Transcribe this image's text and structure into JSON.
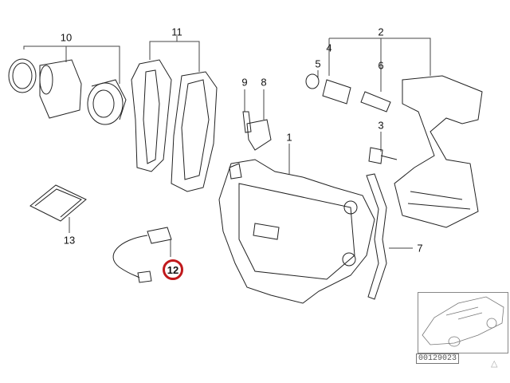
{
  "diagram": {
    "callouts": [
      "10",
      "11",
      "2",
      "4",
      "5",
      "6",
      "9",
      "8",
      "3",
      "1",
      "7",
      "13"
    ],
    "highlighted_callout": "12",
    "highlight_color": "#c0191c",
    "diagram_code": "00129023",
    "warning_icon": "triangle-icon"
  }
}
